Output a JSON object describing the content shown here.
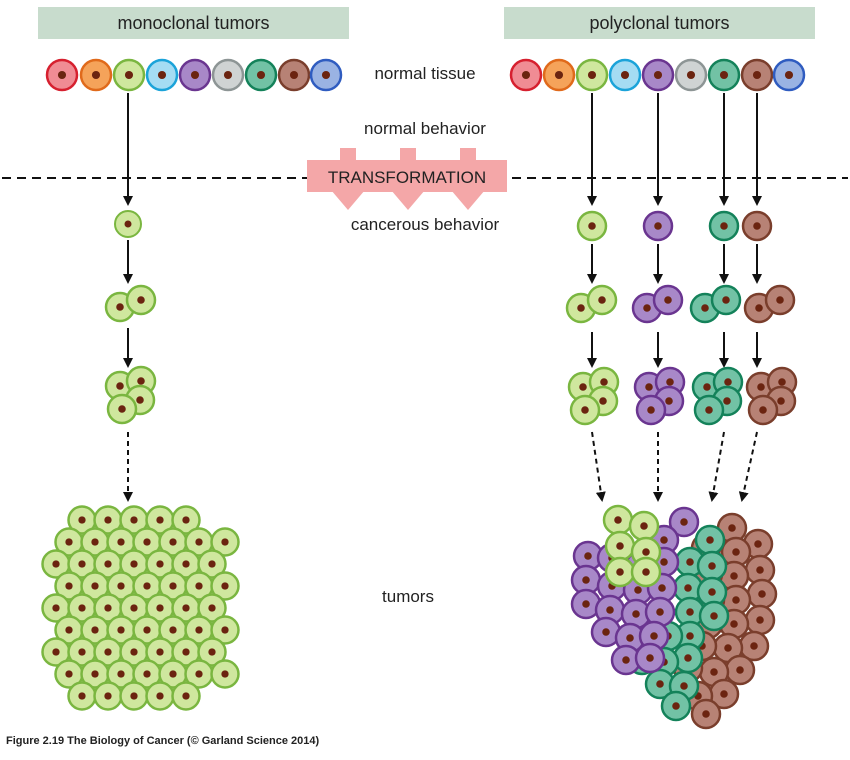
{
  "headers": {
    "left": "monoclonal tumors",
    "right": "polyclonal tumors"
  },
  "labels": {
    "normal_tissue": "normal tissue",
    "normal_behavior": "normal behavior",
    "transformation": "TRANSFORMATION",
    "cancerous_behavior": "cancerous behavior",
    "tumors": "tumors"
  },
  "caption": "Figure 2.19 The Biology of Cancer (© Garland Science 2014)",
  "colors": {
    "nucleus": "#6b2410",
    "transformation_fill": "#f4a7a8",
    "header_fill": "#c8dccd",
    "cell_lines": [
      {
        "name": "red",
        "fill": "#f08c94",
        "stroke": "#d6202f"
      },
      {
        "name": "orange",
        "fill": "#f5a35a",
        "stroke": "#e06a1b"
      },
      {
        "name": "light-green",
        "fill": "#cfe79e",
        "stroke": "#7ab640"
      },
      {
        "name": "light-blue",
        "fill": "#a5dcf3",
        "stroke": "#1ba3d9"
      },
      {
        "name": "purple",
        "fill": "#a888c8",
        "stroke": "#6a3590"
      },
      {
        "name": "gray",
        "fill": "#cfd3d3",
        "stroke": "#8d9595"
      },
      {
        "name": "teal-green",
        "fill": "#72c2a5",
        "stroke": "#14825a"
      },
      {
        "name": "brown",
        "fill": "#b78275",
        "stroke": "#7a3e2c"
      },
      {
        "name": "blue",
        "fill": "#9ab3e3",
        "stroke": "#2f5cc0"
      }
    ]
  }
}
